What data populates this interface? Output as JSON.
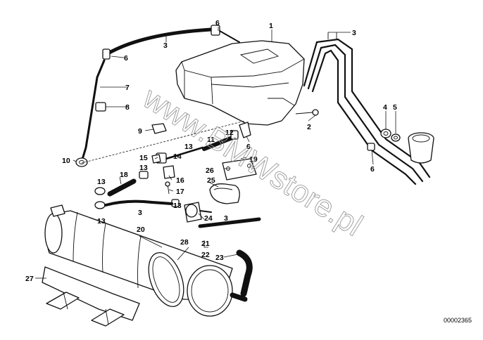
{
  "watermark": "www.BMWstore.pl",
  "diagram_number": "00002365",
  "callouts": {
    "c1": "1",
    "c2": "2",
    "c3": "3",
    "c3b": "3",
    "c3c": "3",
    "c3d": "3",
    "c4": "4",
    "c5": "5",
    "c6a": "6",
    "c6b": "6",
    "c6c": "6",
    "c6d": "6",
    "c7": "7",
    "c8": "8",
    "c9": "9",
    "c10": "10",
    "c11": "11",
    "c12": "12",
    "c13a": "13",
    "c13b": "13",
    "c13c": "13",
    "c13d": "13",
    "c14": "14",
    "c15": "15",
    "c16": "16",
    "c17": "17",
    "c18": "18",
    "c19": "19",
    "c20": "20",
    "c21": "21",
    "c22": "22",
    "c23": "23",
    "c24": "24",
    "c25": "25",
    "c26": "26",
    "c27": "27",
    "c28": "28"
  }
}
